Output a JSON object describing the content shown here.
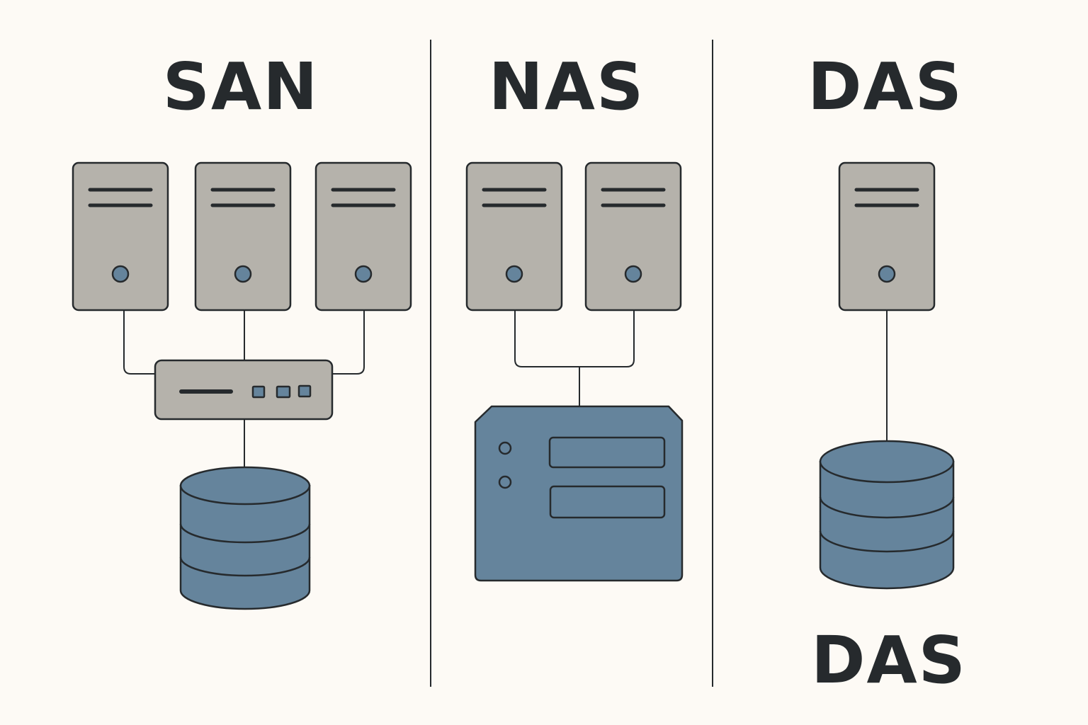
{
  "sections": {
    "san": {
      "title": "SAN"
    },
    "nas": {
      "title": "NAS"
    },
    "das": {
      "title": "DAS",
      "caption": "DAS"
    }
  },
  "colors": {
    "background": "#fdfaf5",
    "server_fill": "#b5b2ab",
    "storage_fill": "#65849c",
    "outline": "#262a2d"
  },
  "icons": [
    "server-icon",
    "network-switch-icon",
    "database-icon",
    "nas-device-icon"
  ]
}
